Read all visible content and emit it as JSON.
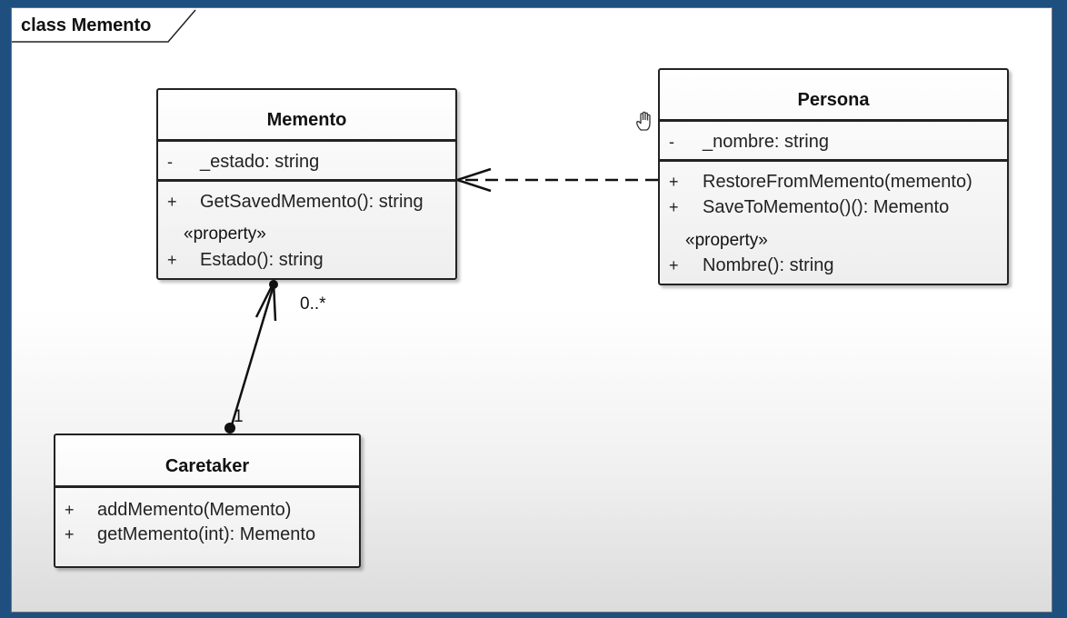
{
  "frame": {
    "title": "class Memento"
  },
  "classes": {
    "memento": {
      "name": "Memento",
      "attributes": [
        {
          "visibility": "-",
          "text": "_estado: string"
        }
      ],
      "operations": [
        {
          "visibility": "+",
          "text": "GetSavedMemento(): string"
        }
      ],
      "stereotype": "«property»",
      "properties": [
        {
          "visibility": "+",
          "text": "Estado(): string"
        }
      ]
    },
    "persona": {
      "name": "Persona",
      "attributes": [
        {
          "visibility": "-",
          "text": "_nombre: string"
        }
      ],
      "operations": [
        {
          "visibility": "+",
          "text": "RestoreFromMemento(memento)"
        },
        {
          "visibility": "+",
          "text": "SaveToMemento()(): Memento"
        }
      ],
      "stereotype": "«property»",
      "properties": [
        {
          "visibility": "+",
          "text": "Nombre(): string"
        }
      ]
    },
    "caretaker": {
      "name": "Caretaker",
      "operations": [
        {
          "visibility": "+",
          "text": "addMemento(Memento)"
        },
        {
          "visibility": "+",
          "text": "getMemento(int): Memento"
        }
      ]
    }
  },
  "relationships": {
    "dependency": {
      "from": "Persona",
      "to": "Memento",
      "style": "dashed-open-arrow"
    },
    "aggregation": {
      "from": "Caretaker",
      "to": "Memento",
      "source_multiplicity": "1",
      "target_multiplicity": "0..*"
    }
  },
  "icons": {
    "cursor": "hand-cursor-icon"
  },
  "colors": {
    "background": "#1f4f7f",
    "border": "#222222",
    "canvas": "#ffffff"
  }
}
